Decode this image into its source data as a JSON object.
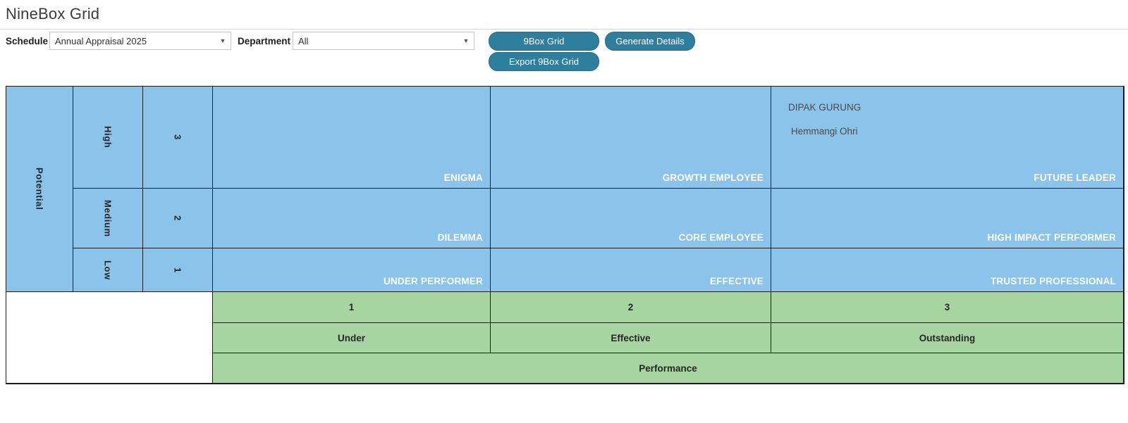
{
  "page": {
    "title": "NineBox Grid"
  },
  "filters": {
    "schedule": {
      "label": "Schedule",
      "value": "Annual Appraisal 2025"
    },
    "department": {
      "label": "Department",
      "value": "All"
    }
  },
  "toolbar": {
    "ninebox_button": "9Box Grid",
    "generate_button": "Generate Details",
    "export_button": "Export 9Box Grid"
  },
  "grid": {
    "y_axis_label": "Potential",
    "x_axis_label": "Performance",
    "rows": [
      {
        "level": "High",
        "score": "3"
      },
      {
        "level": "Medium",
        "score": "2"
      },
      {
        "level": "Low",
        "score": "1"
      }
    ],
    "columns": [
      {
        "score": "1",
        "level": "Under"
      },
      {
        "score": "2",
        "level": "Effective"
      },
      {
        "score": "3",
        "level": "Outstanding"
      }
    ],
    "cells": [
      {
        "name": "ENIGMA"
      },
      {
        "name": "GROWTH EMPLOYEE"
      },
      {
        "name": "FUTURE LEADER",
        "employees": [
          "DIPAK GURUNG",
          "Hemmangi Ohri"
        ]
      },
      {
        "name": "DILEMMA"
      },
      {
        "name": "CORE EMPLOYEE"
      },
      {
        "name": "HIGH IMPACT PERFORMER"
      },
      {
        "name": "UNDER PERFORMER"
      },
      {
        "name": "EFFECTIVE"
      },
      {
        "name": "TRUSTED PROFESSIONAL"
      }
    ]
  },
  "colors": {
    "cell_blue": "#8cc3ea",
    "cell_green": "#a7d5a2",
    "button_teal": "#2e7e9d",
    "grid_border": "#1c1c1c"
  },
  "icons": {
    "dropdown_arrow": "▼"
  }
}
